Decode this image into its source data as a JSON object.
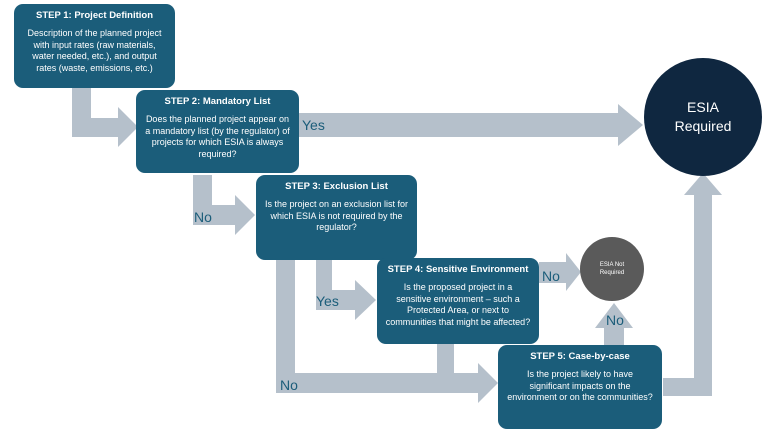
{
  "steps": [
    {
      "title": "STEP 1: Project Definition",
      "description": "Description of the planned project with input rates (raw materials, water needed, etc.), and output rates (waste, emissions, etc.)"
    },
    {
      "title": "STEP 2: Mandatory List",
      "description": "Does the planned project appear on a mandatory list (by the regulator) of projects for which ESIA is always required?"
    },
    {
      "title": "STEP 3: Exclusion List",
      "description": "Is the project on an exclusion list for which ESIA is not required by the regulator?"
    },
    {
      "title": "STEP 4: Sensitive Environment",
      "description": "Is the proposed project in a sensitive environment – such a Protected Area, or next to communities that might be affected?"
    },
    {
      "title": "STEP 5: Case-by-case",
      "description": "Is the project likely to have significant impacts on the environment or on the communities?"
    }
  ],
  "outcomes": {
    "required": "ESIA Required",
    "not_required": "ESIA Not Required"
  },
  "labels": {
    "step2_yes": "Yes",
    "step2_no": "No",
    "step3_yes": "Yes",
    "step3_no": "No",
    "step4_no": "No",
    "step5_no": "No"
  },
  "colors": {
    "step_box": "#1b5d7a",
    "esia_required": "#0f2740",
    "esia_not_required": "#5a5a5a",
    "arrow": "#b5c0cb",
    "label_text": "#1b5d7a"
  }
}
